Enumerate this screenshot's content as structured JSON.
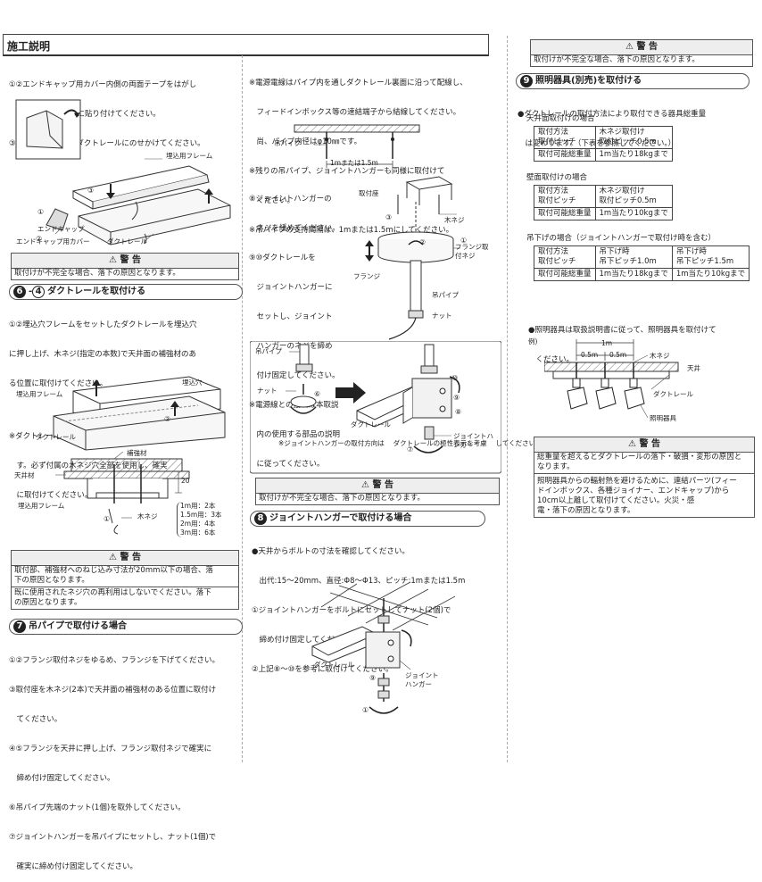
{
  "header": {
    "title": "施工説明"
  },
  "left": {
    "intro": [
      "①②エンドキャップ用カバー内側の両面テープをはがし",
      "　てエンドキャップに貼り付けてください。",
      "③埋込用フレームをダクトレールにのせかけてください。"
    ],
    "fig1_labels": [
      "埋込用フレーム",
      "エンドキャップ",
      "エンドキャップ用カバー",
      "ダクトレール"
    ],
    "warn1": {
      "head": "警 告",
      "body": "取付けが不完全な場合、落下の原因となります。"
    },
    "sec6": {
      "num": "6",
      "sub": "4",
      "title": "ダクトレールを取付ける",
      "lines": [
        "①②埋込穴フレームをセットしたダクトレールを埋込穴",
        "に押し上げ、木ネジ(指定の本数)で天井面の補強材のあ",
        "る位置に取付けてください。",
        "",
        "※ダクトレールの長さに応じて木ネジ穴の数が異なりま",
        "　す。必ず付属の木ネジ穴全部を使用し、確実",
        "　に取付けてください。"
      ]
    },
    "fig2_labels": [
      "埋込穴",
      "埋込用フレーム",
      "ダクトレール"
    ],
    "fig3_labels": [
      "補強材",
      "天井材",
      "埋込用フレーム",
      "木ネジ",
      "20"
    ],
    "screw_counts": [
      "1m用：2本",
      "1.5m用：3本",
      "2m用：4本",
      "3m用：6本"
    ],
    "warn2": {
      "head": "警 告",
      "body1": "取付部、補強材へのねじ込み寸法が20mm以下の場合、落\n下の原因となります。",
      "body2": "既に使用されたネジ穴の再利用はしないでください。落下\nの原因となります。"
    },
    "sec7": {
      "num": "7",
      "title": "吊パイプで取付ける場合",
      "lines": [
        "①②フランジ取付ネジをゆるめ、フランジを下げてください。",
        "③取付座を木ネジ(2本)で天井面の補強材のある位置に取付け",
        "　てください。",
        "④⑤フランジを天井に押し上げ、フランジ取付ネジで確実に",
        "　締め付け固定してください。",
        "⑥吊パイプ先端のナット(1個)を取外してください。",
        "⑦ジョイントハンガーを吊パイプにセットし、ナット(1個)で",
        "　確実に締め付け固定してください。"
      ]
    }
  },
  "middle": {
    "top_notes": [
      "※電源電線はパイプ内を通しダクトレール裏面に沿って配線し、",
      "　フィードインボックス等の速結端子から結線してください。",
      "　尚、パイプ内径はφ10㎜です。",
      "※残りの吊パイプ、ジョイントハンガーも同様に取付けて",
      "　ください。",
      "※吊パイプの支持間隔は、1mまたは1.5mにしてください。"
    ],
    "fig_pipe_labels": [
      "吊パイプ",
      "1mまたは1.5m"
    ],
    "steps": [
      "⑧ジョイントハンガーの",
      "　ネジを緩めてください。",
      "⑨⑩ダクトレールを",
      "　ジョイントハンガーに",
      "　セットし、ジョイント",
      "　ハンガーのネジを締め",
      "　付け固定してください。",
      "※電源線との接続は本取説",
      "　内の使用する部品の説明",
      "　に従ってください。"
    ],
    "fig_flange_labels": [
      "取付座",
      "木ネジ",
      "フランジ取付ネジ",
      "フランジ",
      "吊パイプ",
      "ナット"
    ],
    "fig_hanger_labels": [
      "吊パイプ",
      "ナット",
      "ダクトレール",
      "ジョイントハンガー"
    ],
    "hanger_note": "※ジョイントハンガーの取付方向は\n　ダクトレールの極性表示を考慮\n　してください。",
    "warn3": {
      "head": "警 告",
      "body": "取付けが不完全な場合、落下の原因となります。"
    },
    "sec8": {
      "num": "8",
      "title": "ジョイントハンガーで取付ける場合",
      "lines": [
        "●天井からボルトの寸法を確認してください。",
        "　出代:15～20mm、直径:Φ8～Φ13、ピッチ:1mまたは1.5m",
        "①ジョイントハンガーをボルトにセットしてナット(2個)で",
        "　締め付け固定してください。",
        "②上記⑧～⑩を参考に取付けてください。"
      ]
    },
    "fig_bolt_labels": [
      "ダクトレール",
      "ジョイントハンガー"
    ]
  },
  "right": {
    "warn_top": {
      "head": "警 告",
      "body": "取付けが不完全な場合、落下の原因となります。"
    },
    "sec9": {
      "num": "9",
      "title": "照明器具(別売)を取付ける",
      "lines": [
        "●ダクトレールの取付方法により取付できる器具総重量",
        "　は変わります。（下表を参照してください。）"
      ]
    },
    "ceiling": {
      "caption": "天井面取付けの場合",
      "rows": [
        [
          "取付方法\n取付ピッチ",
          "木ネジ取付け\n取付ピッチ0.5m"
        ],
        [
          "取付可能総重量",
          "1m当たり18kgまで"
        ]
      ]
    },
    "wall": {
      "caption": "壁面取付けの場合",
      "rows": [
        [
          "取付方法\n取付ピッチ",
          "木ネジ取付け\n取付ピッチ0.5m"
        ],
        [
          "取付可能総重量",
          "1m当たり10kgまで"
        ]
      ]
    },
    "pendant": {
      "caption": "吊下げの場合（ジョイントハンガーで取付け時を含む）",
      "rows": [
        [
          "取付方法\n取付ピッチ",
          "吊下げ時\n吊下ピッチ1.0m",
          "吊下げ時\n吊下ピッチ1.5m"
        ],
        [
          "取付可能総重量",
          "1m当たり18kgまで",
          "1m当たり10kgまで"
        ]
      ]
    },
    "note": [
      "●照明器具は取扱説明書に従って、照明器具を取付けて",
      "　ください。"
    ],
    "example": {
      "label": "例)",
      "dims": [
        "1m",
        "0.5m",
        "0.5m"
      ],
      "labels": [
        "木ネジ",
        "天井",
        "ダクトレール",
        "照明器具"
      ]
    },
    "warn_bottom": {
      "head": "警 告",
      "body1": "総重量を超えるとダクトレールの落下・破損・変形の原因と\nなります。",
      "body2": "照明器具からの輻射熱を避けるために、連結パーツ(フィー\nドインボックス、各種ジョイナー、エンドキャップ)から\n10cm以上離して取付けてください。火災・感\n電・落下の原因となります。"
    }
  }
}
